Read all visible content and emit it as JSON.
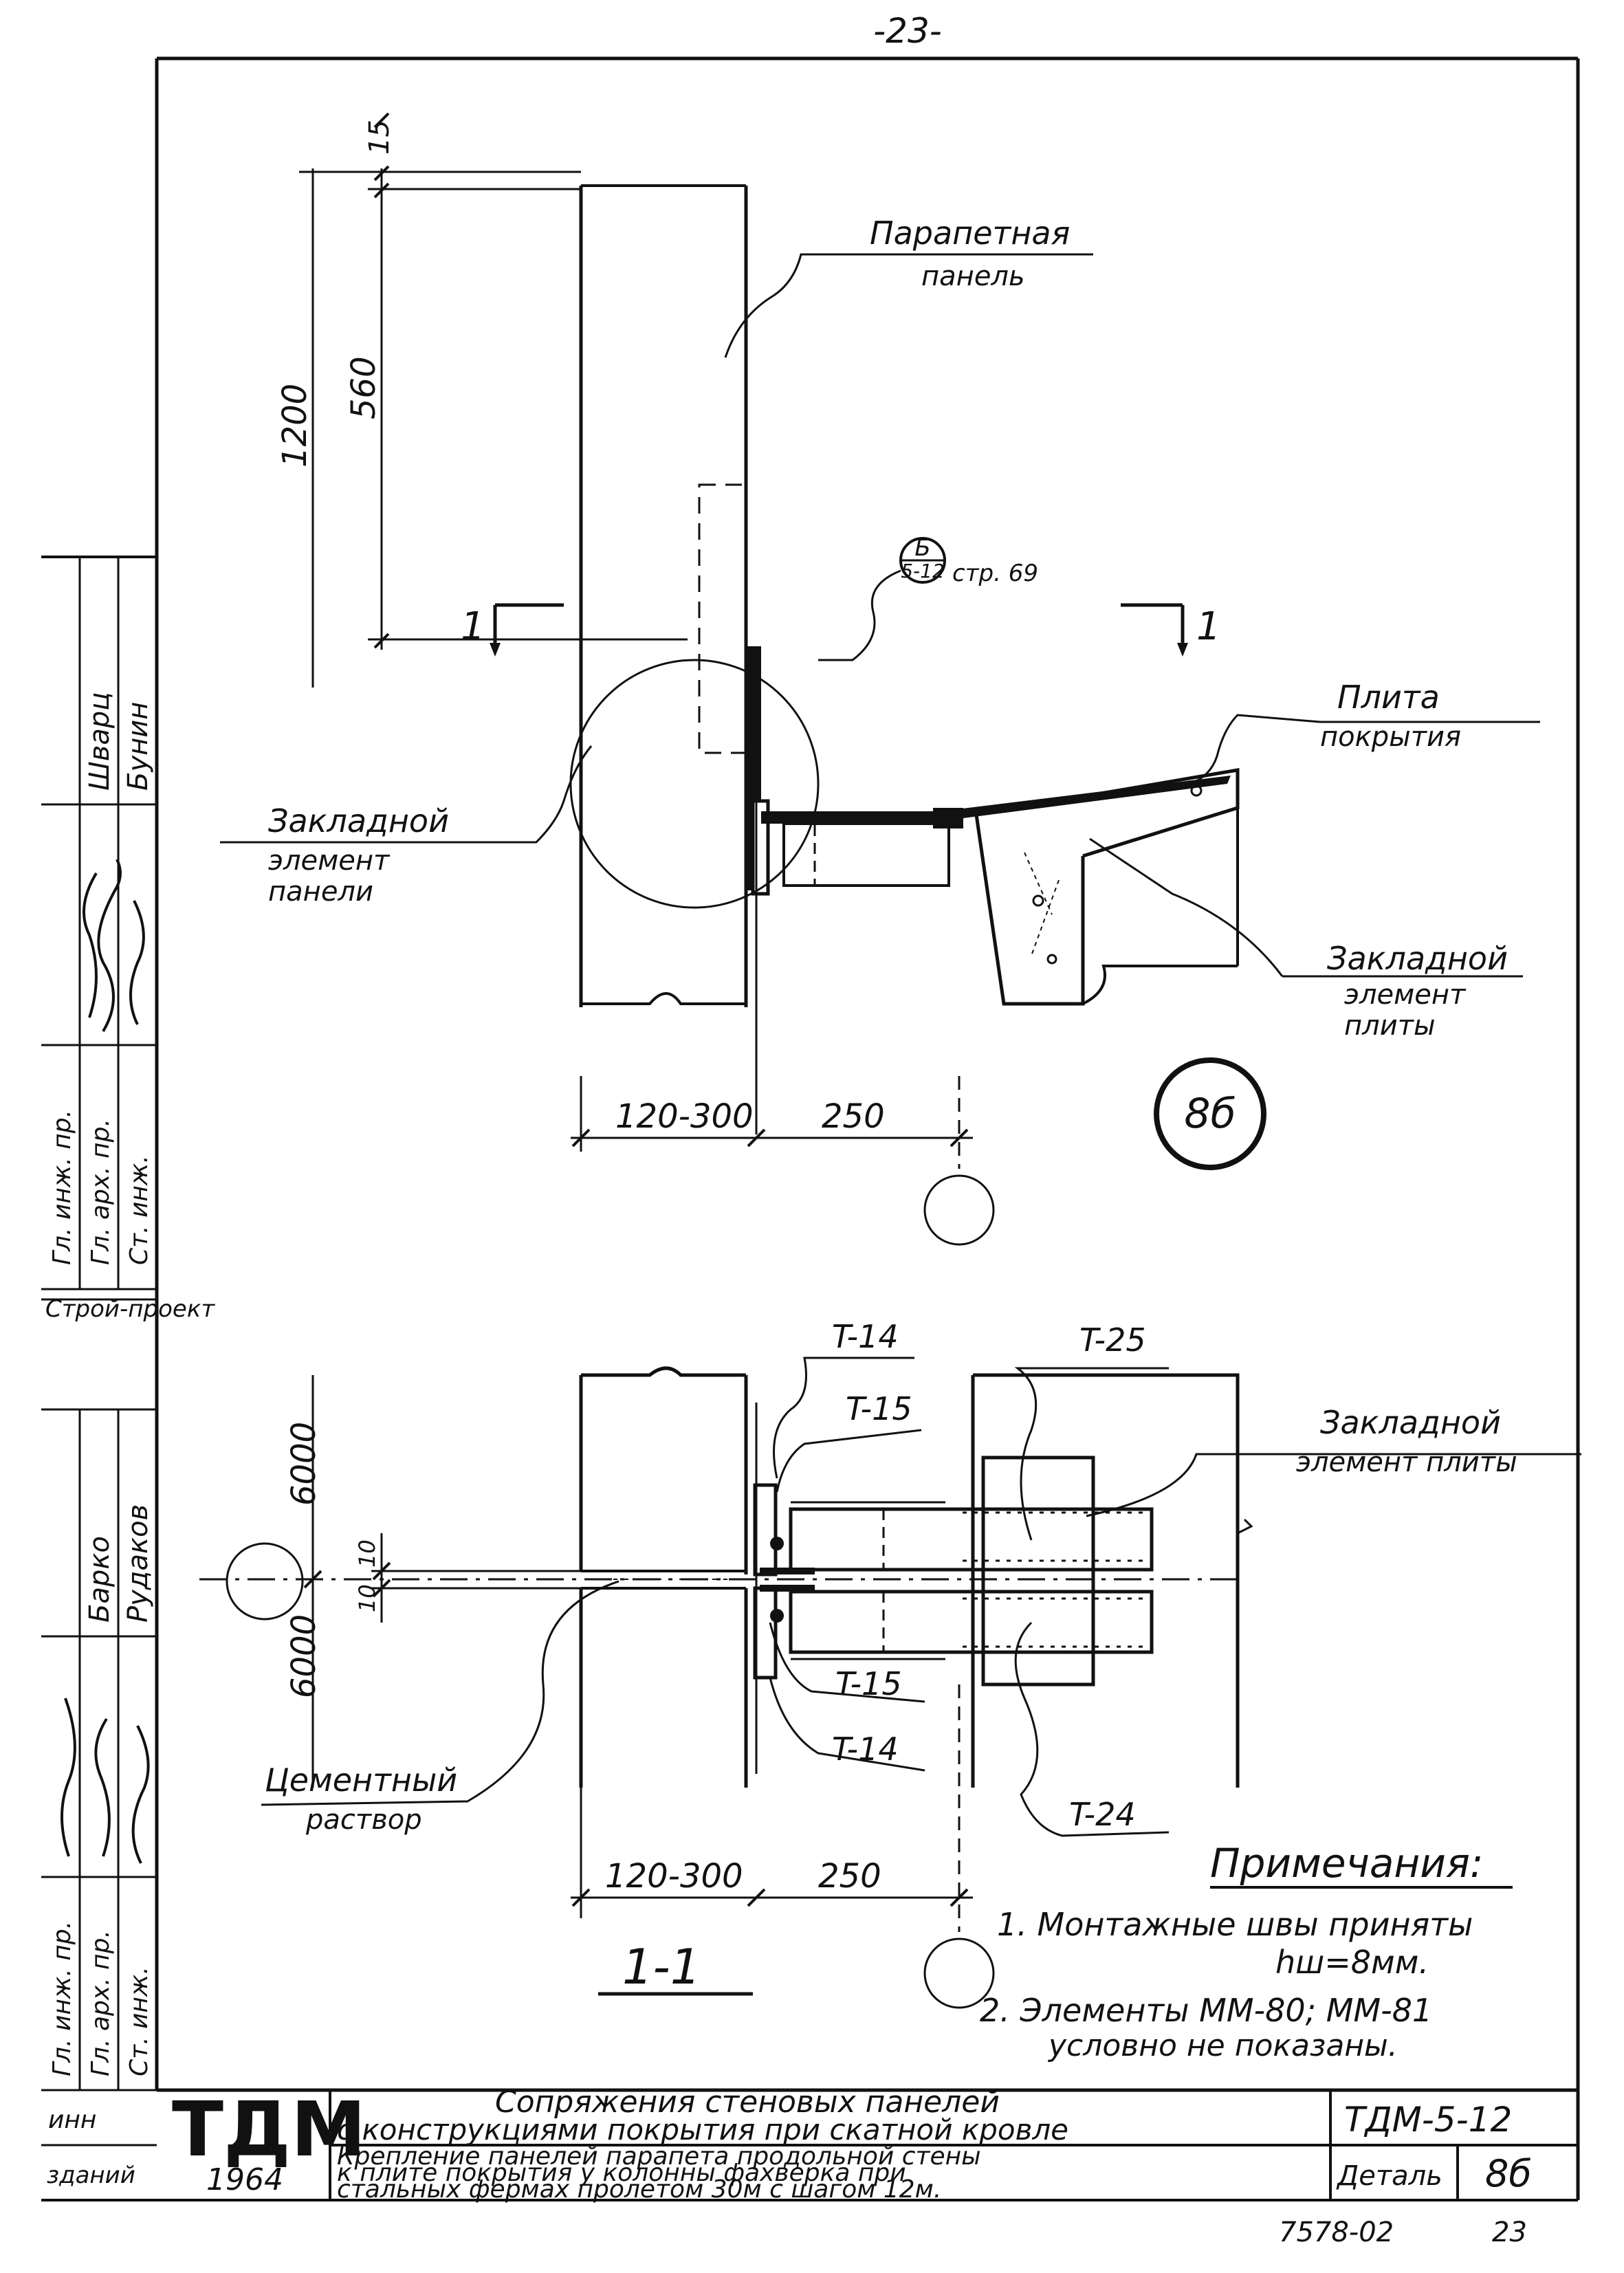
{
  "page": {
    "page_number_top": "-23-",
    "sheet_number_bottom": "23",
    "archive_number": "7578-02"
  },
  "upper_view": {
    "dims": {
      "d15": "15",
      "d1200": "1200",
      "d560": "560",
      "d120_300": "120-300",
      "d250": "250"
    },
    "labels": {
      "parapet_panel_1": "Парапетная",
      "parapet_panel_2": "панель",
      "embedded_panel_1": "Закладной",
      "embedded_panel_2": "элемент",
      "embedded_panel_3": "панели",
      "slab_1": "Плита",
      "slab_2": "покрытия",
      "embedded_slab_1": "Закладной",
      "embedded_slab_2": "элемент",
      "embedded_slab_3": "плиты"
    },
    "section_mark_left": "1",
    "section_mark_right": "1",
    "callout_top": "Б",
    "callout_bottom": "5-12",
    "callout_ref": "стр. 69",
    "detail_mark": "8б"
  },
  "lower_view": {
    "dims": {
      "d6000_top": "6000",
      "d6000_bottom": "6000",
      "d10_a": "10",
      "d10_b": "10",
      "d120_300": "120-300",
      "d250": "250"
    },
    "tags": {
      "t14_top": "T-14",
      "t15_top": "T-15",
      "t25": "T-25",
      "t15_bot": "T-15",
      "t14_bot": "T-14",
      "t24": "T-24"
    },
    "labels": {
      "embedded_slab_1": "Закладной",
      "embedded_slab_2": "элемент плиты",
      "mortar_1": "Цементный",
      "mortar_2": "раствор"
    },
    "section_title": "1-1"
  },
  "notes": {
    "heading": "Примечания:",
    "note1_line1": "1. Монтажные швы приняты",
    "note1_line2": "hш=8мм.",
    "note2_line1": "2. Элементы ММ-80; ММ-81",
    "note2_line2": "условно не показаны."
  },
  "stamp_strip": {
    "r1": "Гл. инж. пр.",
    "r2": "Гл. арх. пр.",
    "r3": "Ст. инж.",
    "org": "Строй-проект",
    "names_top": [
      "Шварц",
      "Бунин"
    ],
    "names_bottom": [
      "Барко",
      "Рудаков"
    ],
    "r4": "Гл. инж. пр.",
    "r5": "Гл. арх. пр.",
    "r6": "Ст. инж.",
    "left_bottom_1": "инн",
    "left_bottom_2": "зданий"
  },
  "title_block": {
    "logo": "ТДМ",
    "year": "1964",
    "title_line1": "Сопряжения стеновых панелей",
    "title_line2": "с конструкциями покрытия при скатной кровле",
    "desc_line1": "Крепление панелей парапета продольной стены",
    "desc_line2": "к плите покрытия у колонны фахверка при",
    "desc_line3": "стальных фермах пролетом 30м с шагом 12м.",
    "code": "ТДМ-5-12",
    "detail_label": "Деталь",
    "detail_value": "8б"
  }
}
